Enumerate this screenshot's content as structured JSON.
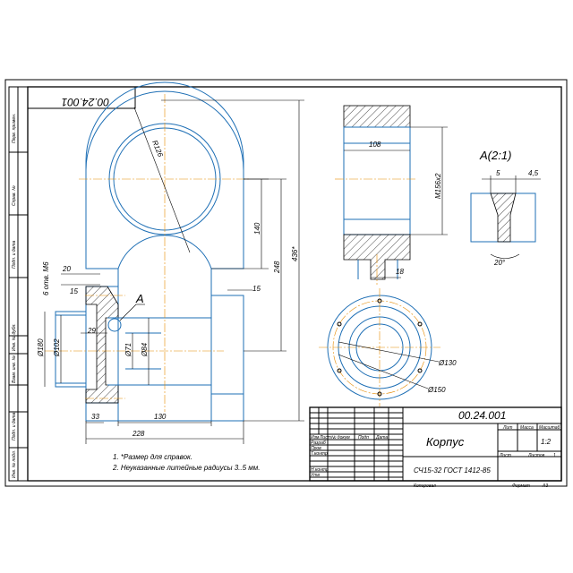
{
  "stamp": {
    "doc_number": "00.24.001",
    "doc_number_rotated": "00.24.001",
    "part_name": "Корпус",
    "material": "СЧ15-32 ГОСТ 1412-85",
    "scale": "1:2",
    "mass_header": "Масса",
    "scale_header": "Масштаб",
    "lit_header": "Лит",
    "sheet_label": "Лист",
    "sheets_label": "Листов",
    "sheets_value": "1",
    "row_labels": [
      "Изм",
      "Лист",
      "№ докум",
      "Подп",
      "Дата"
    ],
    "role_labels": [
      "Разраб",
      "Пров",
      "Т.контр",
      "Н.контр",
      "Утв"
    ],
    "copied": "Копировал",
    "format_label": "Формат",
    "format_value": "А3"
  },
  "side_strip": [
    "Перв. примен.",
    "Справ. №",
    "Подп. и дата",
    "Инв. № дубл.",
    "Взам. инв. №",
    "Подп. и дата",
    "Инв. № подл."
  ],
  "notes": [
    "1. *Размер для справок.",
    "2. Неуказанные литейные радиусы 3..5 мм."
  ],
  "view_label": "А",
  "detail_label": "А(2:1)",
  "dims": {
    "r126": "R126",
    "d20": "20",
    "holes": "6 отв. М6",
    "d15a": "15",
    "d15b": "15",
    "d29": "29",
    "d140": "140",
    "d248": "248",
    "d436": "436*",
    "d108": "108",
    "m156": "М156х2",
    "d18": "18",
    "d5": "5",
    "d45": "4,5",
    "d20deg": "20°",
    "d130": "Ø130",
    "d150": "Ø150",
    "d180": "Ø180",
    "d102": "Ø102",
    "d71": "Ø71",
    "d84": "Ø84",
    "d33": "33",
    "d130b": "130",
    "d228": "228"
  }
}
